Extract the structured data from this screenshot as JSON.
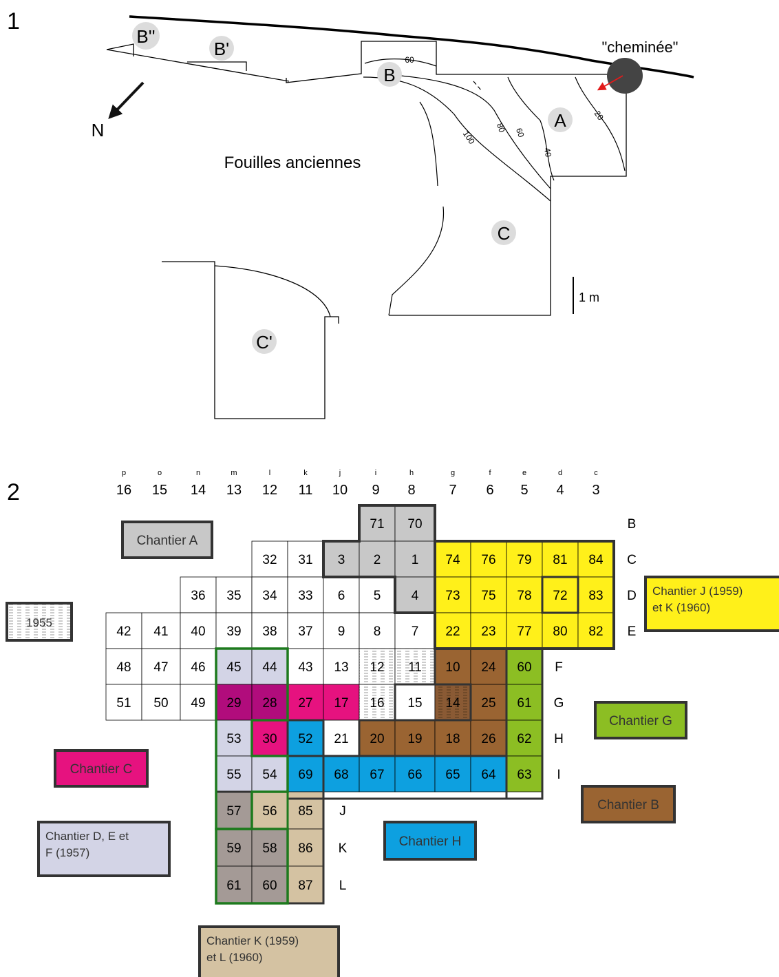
{
  "colors": {
    "chantier_a": "#c8c8c8",
    "chantier_b": "#9a6432",
    "chantier_b_dark": "#7a5230",
    "chantier_c": "#e6127f",
    "chantier_c_dark": "#b10c7c",
    "chantier_def": "#d3d4e6",
    "chantier_g": "#8cbe23",
    "chantier_h": "#0da0e0",
    "chantier_jk": "#fff01a",
    "chantier_kl": "#d4c2a2",
    "chantier_kl_dark": "#a49a96",
    "y1955": "#eeeeee",
    "green_outline": "#1d7a1d",
    "red_arrow": "#e21a1a",
    "label_bubble": "#dcdcdc",
    "chimney": "#444444"
  },
  "panel1": {
    "number": "1",
    "zones": [
      "B''",
      "B'",
      "B",
      "A",
      "C",
      "C'"
    ],
    "chimney_label": "\"cheminée\"",
    "north": "N",
    "old_excavations": "Fouilles anciennes",
    "scale": "1 m",
    "contours": [
      "60",
      "20",
      "40",
      "60",
      "80",
      "100"
    ]
  },
  "panel2": {
    "number": "2",
    "col_letters": [
      "p",
      "o",
      "n",
      "m",
      "l",
      "k",
      "j",
      "i",
      "h",
      "g",
      "f",
      "e",
      "d",
      "c"
    ],
    "col_numbers": [
      "16",
      "15",
      "14",
      "13",
      "12",
      "11",
      "10",
      "9",
      "8",
      "7",
      "6",
      "5",
      "4",
      "3"
    ],
    "row_letters": [
      "B",
      "C",
      "D",
      "E",
      "F",
      "G",
      "H",
      "I",
      "J",
      "K",
      "L"
    ],
    "cells": [
      {
        "n": "71",
        "c": "chantier_a"
      },
      {
        "n": "70",
        "c": "chantier_a"
      },
      {
        "n": "32",
        "c": "white"
      },
      {
        "n": "31",
        "c": "white"
      },
      {
        "n": "3",
        "c": "chantier_a"
      },
      {
        "n": "2",
        "c": "chantier_a"
      },
      {
        "n": "1",
        "c": "chantier_a"
      },
      {
        "n": "74",
        "c": "chantier_jk"
      },
      {
        "n": "76",
        "c": "chantier_jk"
      },
      {
        "n": "79",
        "c": "chantier_jk"
      },
      {
        "n": "81",
        "c": "chantier_jk"
      },
      {
        "n": "84",
        "c": "chantier_jk"
      },
      {
        "n": "36",
        "c": "white"
      },
      {
        "n": "35",
        "c": "white"
      },
      {
        "n": "34",
        "c": "white"
      },
      {
        "n": "33",
        "c": "white"
      },
      {
        "n": "6",
        "c": "white"
      },
      {
        "n": "5",
        "c": "white"
      },
      {
        "n": "4",
        "c": "chantier_a"
      },
      {
        "n": "73",
        "c": "chantier_jk"
      },
      {
        "n": "75",
        "c": "chantier_jk"
      },
      {
        "n": "78",
        "c": "chantier_jk"
      },
      {
        "n": "72",
        "c": "chantier_jk"
      },
      {
        "n": "83",
        "c": "chantier_jk"
      },
      {
        "n": "42",
        "c": "white"
      },
      {
        "n": "41",
        "c": "white"
      },
      {
        "n": "40",
        "c": "white"
      },
      {
        "n": "39",
        "c": "white"
      },
      {
        "n": "38",
        "c": "white"
      },
      {
        "n": "37",
        "c": "white"
      },
      {
        "n": "9",
        "c": "white"
      },
      {
        "n": "8",
        "c": "white"
      },
      {
        "n": "7",
        "c": "white"
      },
      {
        "n": "22",
        "c": "chantier_jk"
      },
      {
        "n": "23",
        "c": "chantier_jk"
      },
      {
        "n": "77",
        "c": "chantier_jk"
      },
      {
        "n": "80",
        "c": "chantier_jk"
      },
      {
        "n": "82",
        "c": "chantier_jk"
      },
      {
        "n": "48",
        "c": "white"
      },
      {
        "n": "47",
        "c": "white"
      },
      {
        "n": "46",
        "c": "white"
      },
      {
        "n": "45",
        "c": "chantier_def"
      },
      {
        "n": "44",
        "c": "chantier_def"
      },
      {
        "n": "43",
        "c": "white"
      },
      {
        "n": "13",
        "c": "white"
      },
      {
        "n": "12",
        "c": "y1955"
      },
      {
        "n": "11",
        "c": "y1955"
      },
      {
        "n": "10",
        "c": "chantier_b"
      },
      {
        "n": "24",
        "c": "chantier_b"
      },
      {
        "n": "60",
        "c": "chantier_g"
      },
      {
        "n": "51",
        "c": "white"
      },
      {
        "n": "50",
        "c": "white"
      },
      {
        "n": "49",
        "c": "white"
      },
      {
        "n": "29",
        "c": "chantier_c_dark"
      },
      {
        "n": "28",
        "c": "chantier_c_dark"
      },
      {
        "n": "27",
        "c": "chantier_c"
      },
      {
        "n": "17",
        "c": "chantier_c"
      },
      {
        "n": "16",
        "c": "y1955"
      },
      {
        "n": "15",
        "c": "white"
      },
      {
        "n": "14",
        "c": "chantier_b_dark"
      },
      {
        "n": "25",
        "c": "chantier_b"
      },
      {
        "n": "61",
        "c": "chantier_g"
      },
      {
        "n": "53",
        "c": "chantier_def"
      },
      {
        "n": "30",
        "c": "chantier_c"
      },
      {
        "n": "52",
        "c": "chantier_h"
      },
      {
        "n": "21",
        "c": "white"
      },
      {
        "n": "20",
        "c": "chantier_b"
      },
      {
        "n": "19",
        "c": "chantier_b"
      },
      {
        "n": "18",
        "c": "chantier_b"
      },
      {
        "n": "26",
        "c": "chantier_b"
      },
      {
        "n": "62",
        "c": "chantier_g"
      },
      {
        "n": "55",
        "c": "chantier_def"
      },
      {
        "n": "54",
        "c": "chantier_def"
      },
      {
        "n": "69",
        "c": "chantier_h"
      },
      {
        "n": "68",
        "c": "chantier_h"
      },
      {
        "n": "67",
        "c": "chantier_h"
      },
      {
        "n": "66",
        "c": "chantier_h"
      },
      {
        "n": "65",
        "c": "chantier_h"
      },
      {
        "n": "64",
        "c": "chantier_h"
      },
      {
        "n": "63",
        "c": "chantier_g"
      },
      {
        "n": "57",
        "c": "chantier_kl_dark"
      },
      {
        "n": "56",
        "c": "chantier_kl"
      },
      {
        "n": "85",
        "c": "chantier_kl"
      },
      {
        "n": "59",
        "c": "chantier_kl_dark"
      },
      {
        "n": "58",
        "c": "chantier_kl_dark"
      },
      {
        "n": "86",
        "c": "chantier_kl"
      },
      {
        "n": "61",
        "c": "chantier_kl_dark"
      },
      {
        "n": "60",
        "c": "chantier_kl_dark"
      },
      {
        "n": "87",
        "c": "chantier_kl"
      }
    ],
    "legend": [
      {
        "lines": [
          "Chantier A"
        ],
        "c": "chantier_a"
      },
      {
        "lines": [
          "1955"
        ],
        "c": "y1955"
      },
      {
        "lines": [
          "Chantier J (1959)",
          "et K (1960)"
        ],
        "c": "chantier_jk"
      },
      {
        "lines": [
          "Chantier G"
        ],
        "c": "chantier_g"
      },
      {
        "lines": [
          "Chantier C"
        ],
        "c": "chantier_c"
      },
      {
        "lines": [
          "Chantier B"
        ],
        "c": "chantier_b"
      },
      {
        "lines": [
          "Chantier D, E et",
          "F (1957)"
        ],
        "c": "chantier_def"
      },
      {
        "lines": [
          "Chantier H"
        ],
        "c": "chantier_h"
      },
      {
        "lines": [
          "Chantier K (1959)",
          "et L (1960)"
        ],
        "c": "chantier_kl"
      }
    ]
  }
}
